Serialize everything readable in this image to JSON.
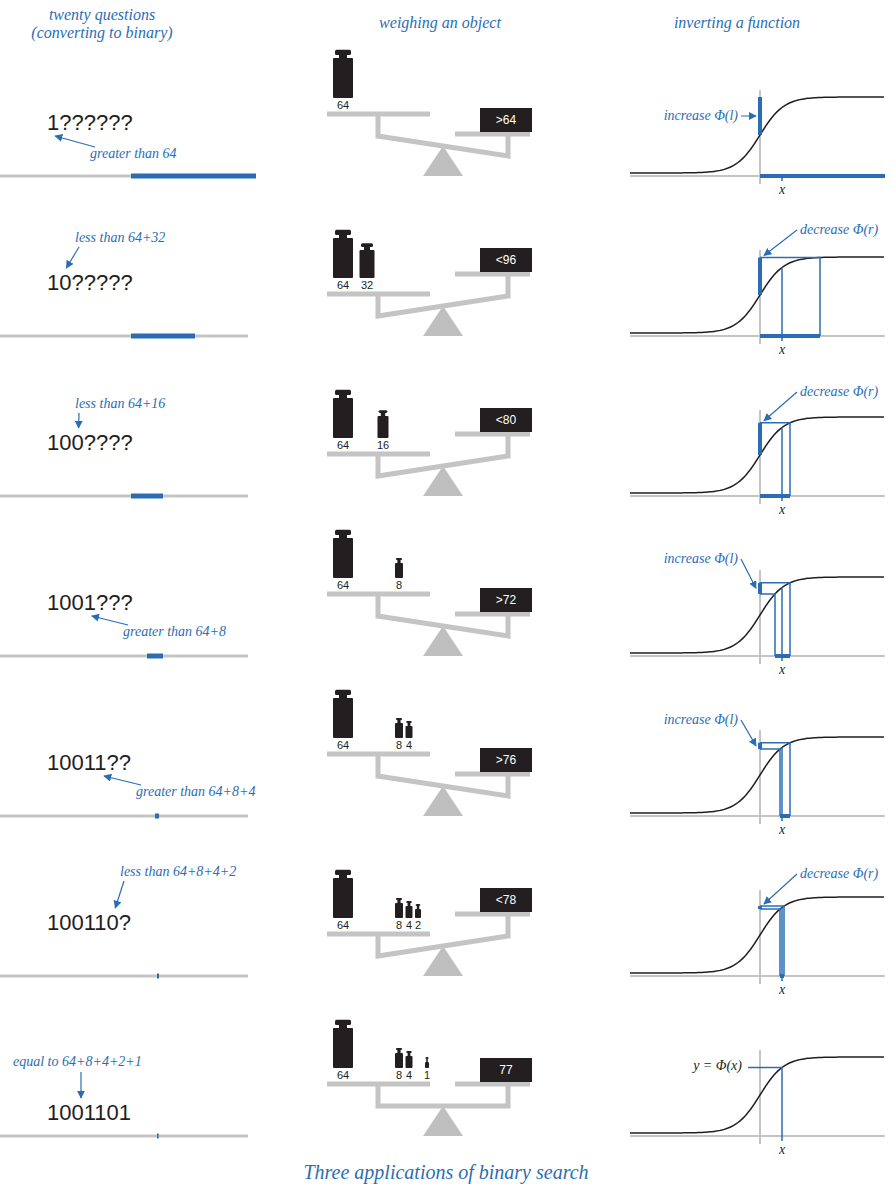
{
  "diagram": {
    "caption": "Three applications of binary search",
    "nodes": [
      {
        "text": [
          ">64"
        ]
      },
      {
        "text": [
          "<96"
        ]
      },
      {
        "text": [
          "<80"
        ]
      },
      {
        "text": [
          ">72"
        ]
      },
      {
        "text": [
          ">76"
        ]
      },
      {
        "text": [
          "<78"
        ]
      },
      {
        "text": [
          "77"
        ]
      }
    ],
    "labels": [
      "twenty questions (converting to binary)",
      "weighing an object",
      "inverting a function",
      "1??????",
      "greater than 64",
      "64",
      "increase Φ(l)",
      "x",
      "10?????",
      "less than 64+32",
      "64",
      "32",
      "decrease Φ(r)",
      "x",
      "100????",
      "less than 64+16",
      "64",
      "16",
      "decrease Φ(r)",
      "x",
      "1001???",
      "greater than 64+8",
      "64",
      "8",
      "increase Φ(l)",
      "x",
      "10011??",
      "greater than 64+8+4",
      "64",
      "8",
      "4",
      "increase Φ(l)",
      "x",
      "100110?",
      "less than 64+8+4+2",
      "64",
      "8",
      "4",
      "2",
      "decrease Φ(r)",
      "x",
      "1001101",
      "equal to 64+8+4+2+1",
      "64",
      "8",
      "4",
      "1",
      "y = Φ(x)",
      "x"
    ]
  }
}
